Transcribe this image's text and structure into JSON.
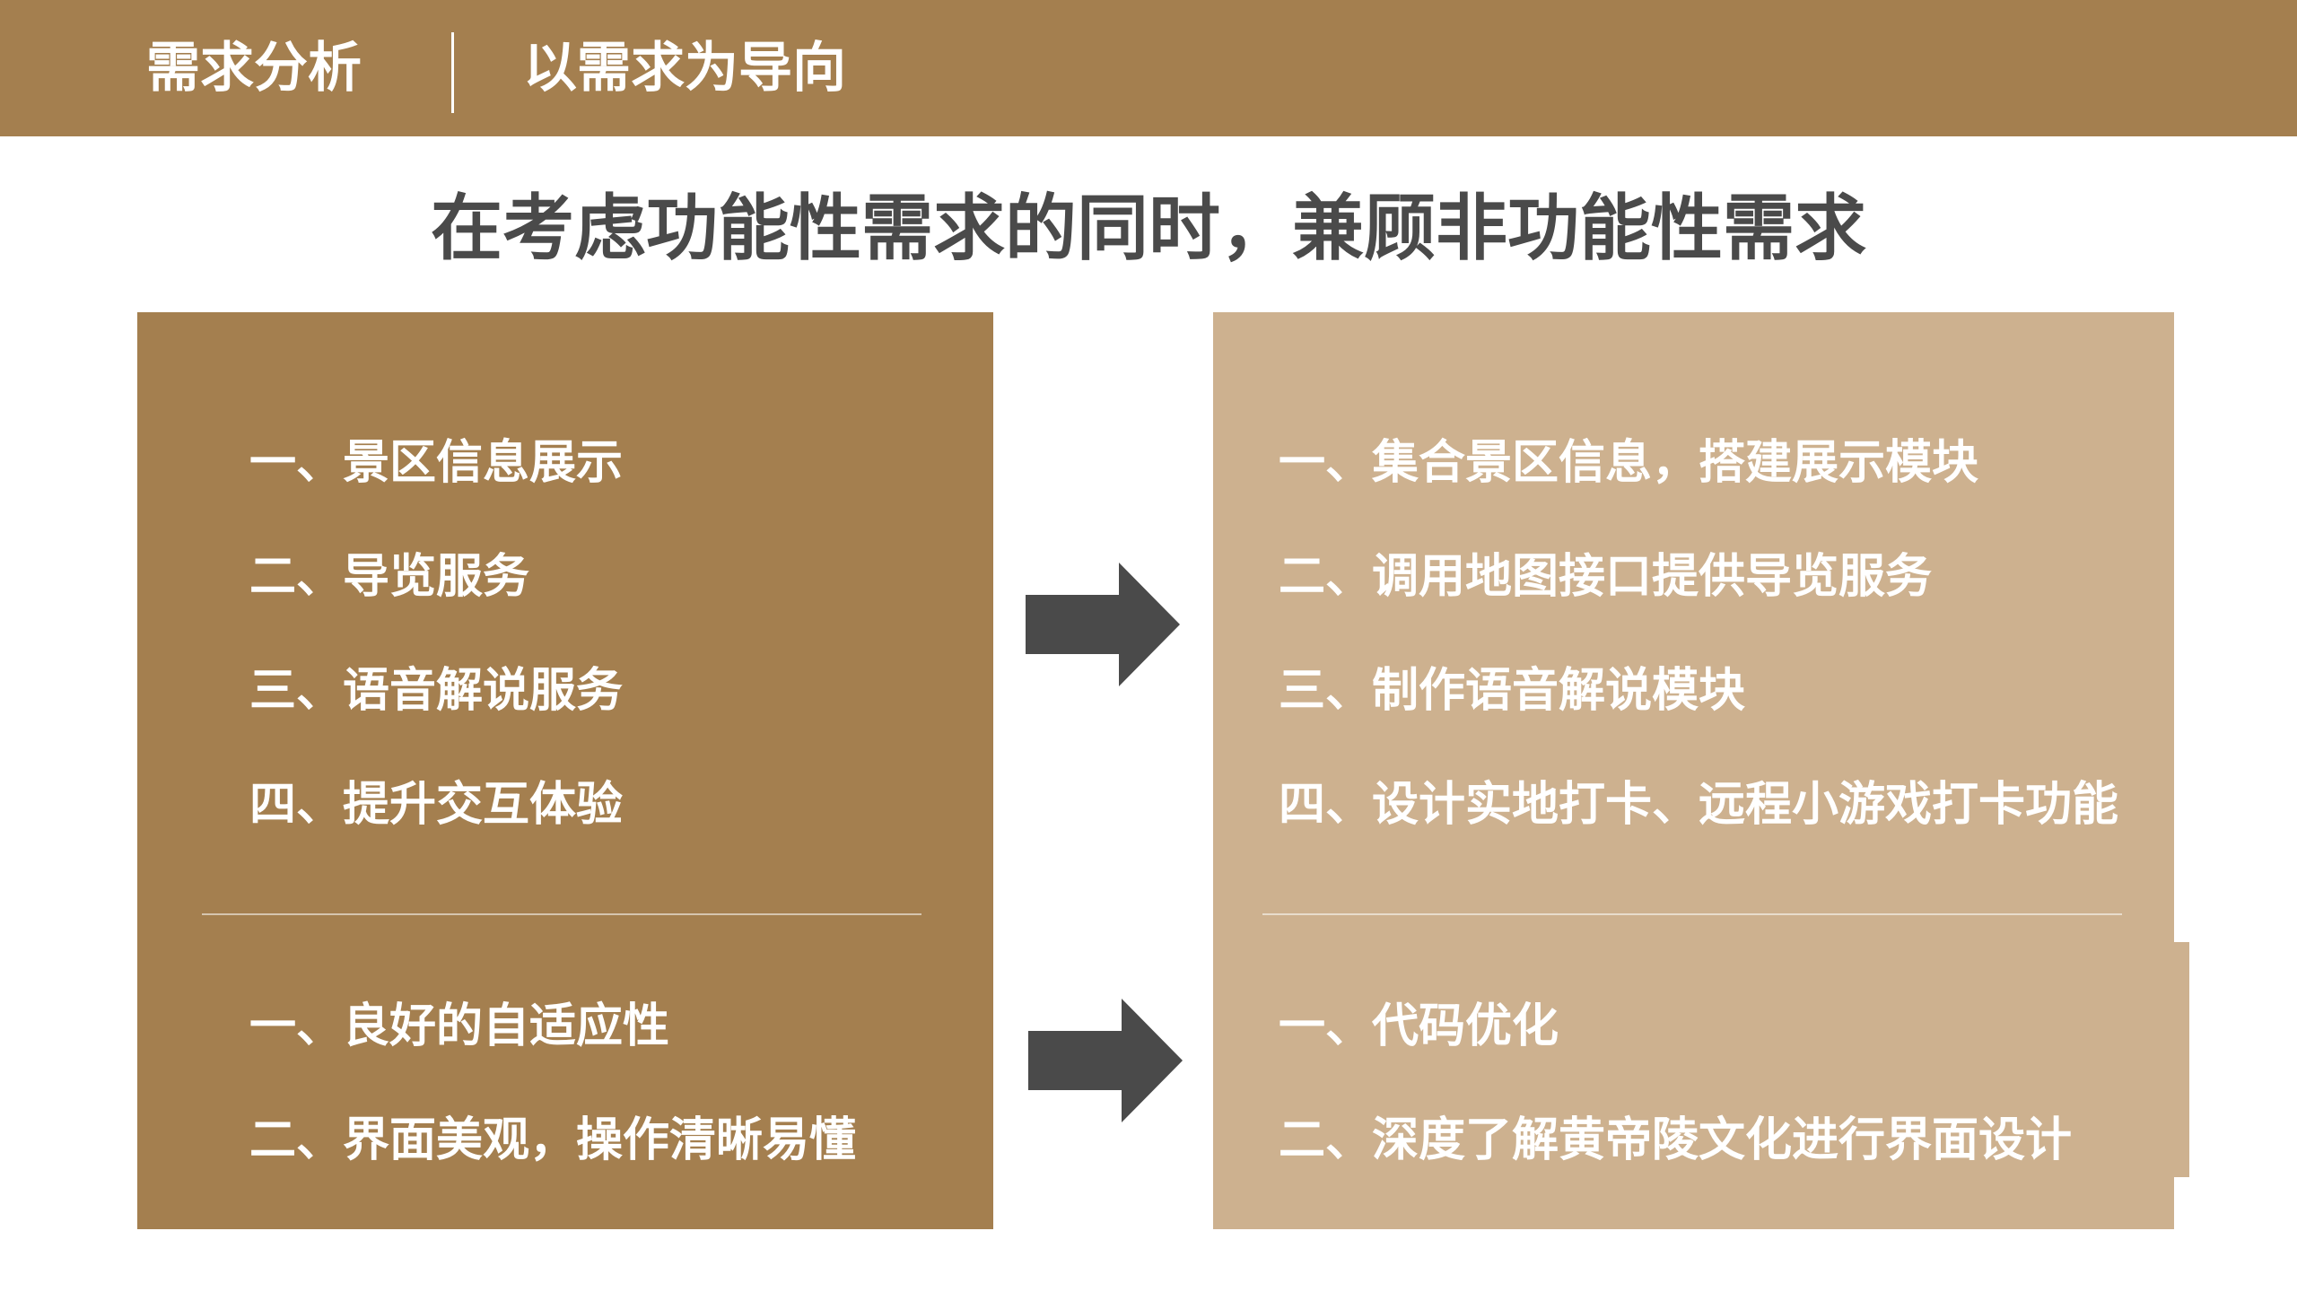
{
  "header": {
    "section_title": "需求分析",
    "subtitle": "以需求为导向"
  },
  "headline": "在考虑功能性需求的同时，兼顾非功能性需求",
  "left_panel": {
    "functional_items": [
      "一、景区信息展示",
      "二、导览服务",
      "三、语音解说服务",
      "四、提升交互体验"
    ],
    "nonfunctional_items": [
      "一、良好的自适应性",
      "二、界面美观，操作清晰易懂"
    ]
  },
  "right_panel": {
    "functional_items": [
      "一、集合景区信息，搭建展示模块",
      "二、调用地图接口提供导览服务",
      "三、制作语音解说模块",
      "四、设计实地打卡、远程小游戏打卡功能"
    ],
    "nonfunctional_items": [
      "一、代码优化",
      "二、深度了解黄帝陵文化进行界面设计"
    ]
  },
  "colors": {
    "header": "#a47f4f",
    "left_panel": "#a47f4f",
    "right_panel": "#cdb18f",
    "headline_text": "#4a4a4a",
    "arrow": "#4a4a4a"
  },
  "icons": {
    "arrow_top": "right-arrow-icon",
    "arrow_bottom": "right-arrow-icon"
  }
}
